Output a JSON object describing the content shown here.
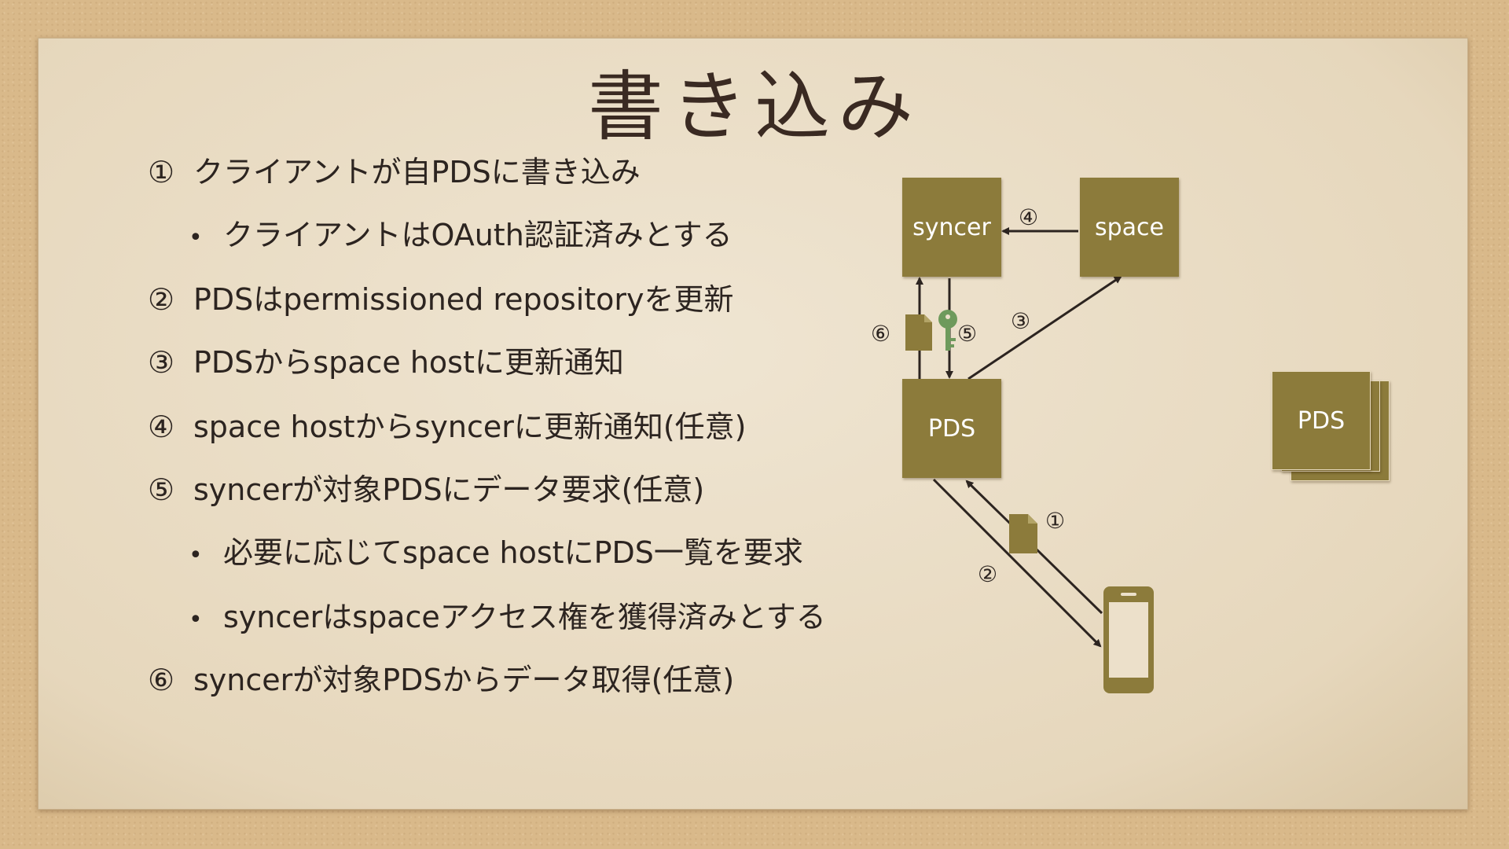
{
  "title": "書き込み",
  "steps": [
    {
      "num": "①",
      "text": "クライアントが自PDSに書き込み"
    },
    {
      "bullet": "•",
      "text": "クライアントはOAuth認証済みとする"
    },
    {
      "num": "②",
      "text": "PDSはpermissioned repositoryを更新"
    },
    {
      "num": "③",
      "text": "PDSからspace hostに更新通知"
    },
    {
      "num": "④",
      "text": "space hostからsyncerに更新通知(任意)"
    },
    {
      "num": "⑤",
      "text": "syncerが対象PDSにデータ要求(任意)"
    },
    {
      "bullet": "•",
      "text": "必要に応じてspace hostにPDS一覧を要求"
    },
    {
      "bullet": "•",
      "text": "syncerはspaceアクセス権を獲得済みとする"
    },
    {
      "num": "⑥",
      "text": "syncerが対象PDSからデータ取得(任意)"
    }
  ],
  "diagram": {
    "nodes": {
      "syncer": "syncer",
      "space": "space",
      "pds": "PDS",
      "other_pds": "PDS"
    },
    "edge_labels": {
      "e1": "①",
      "e2": "②",
      "e3": "③",
      "e4": "④",
      "e5": "⑤",
      "e6": "⑥"
    },
    "icons": [
      "document-icon",
      "key-icon",
      "smartphone-icon"
    ]
  },
  "colors": {
    "box": "#8c7b3b",
    "key": "#6e9a5c",
    "line": "#2c2420",
    "paper": "#ece0ca"
  }
}
